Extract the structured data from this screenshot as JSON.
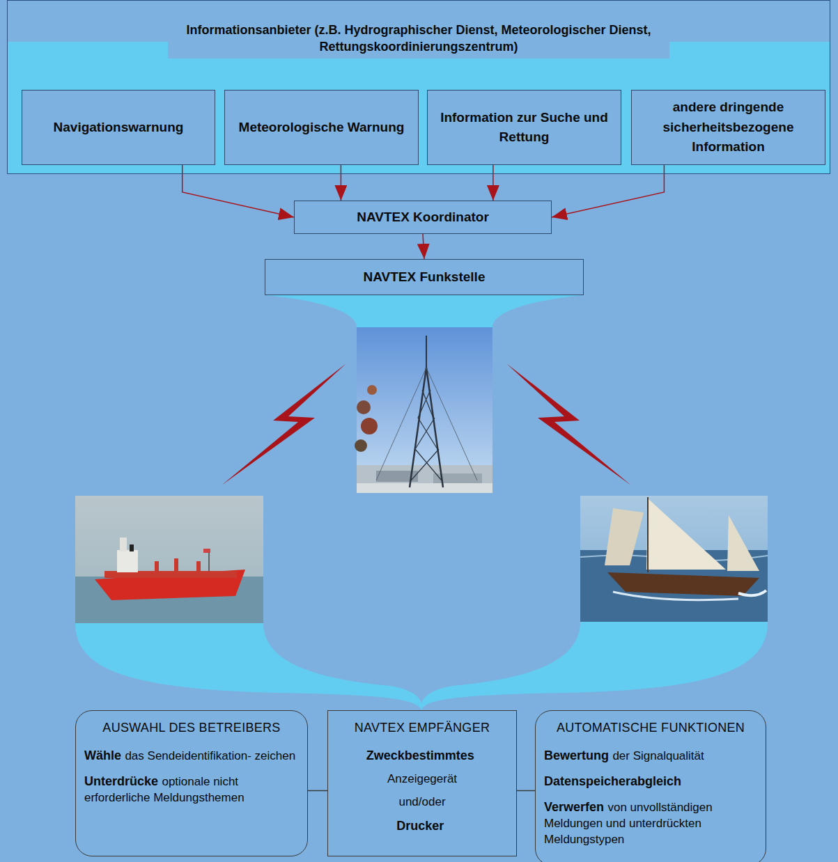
{
  "diagram": {
    "nodes": [
      {
        "text": [
          "Informationsanbieter (z.B. Hydrographischer Dienst, Meteorologischer Dienst, Rettungskoordinierungszentrum)"
        ]
      },
      {
        "text": [
          "Navigationswarnung"
        ],
        "in": 0
      },
      {
        "text": [
          "Meteorologische Warnung"
        ],
        "in": 0
      },
      {
        "text": [
          "Information zur Suche und Rettung"
        ],
        "in": 0
      },
      {
        "text": [
          "andere dringende sicherheitsbezogene Information"
        ],
        "in": 0
      },
      {
        "text": [
          "NAVTEX Koordinator"
        ]
      },
      {
        "text": [
          "NAVTEX Funkstelle"
        ]
      },
      {
        "text": [
          "AUSWAHL DES BETREIBERS",
          "Wähle",
          "das Sendeidentifikation- zeichen",
          "Unterdrücke",
          "optionale nicht erforderliche Meldungsthemen"
        ]
      },
      {
        "text": [
          "NAVTEX EMPFÄNGER",
          "Zweckbestimmtes",
          "Anzeigegerät",
          "und/oder",
          "Drucker"
        ]
      },
      {
        "text": [
          "AUTOMATISCHE FUNKTIONEN",
          "Bewertung",
          "der Signalqualität",
          "Datenspeicherabgleich",
          "Verwerfen",
          "von unvollständigen Meldungen und unterdrückten Meldungstypen"
        ]
      }
    ],
    "edges": [
      {
        "from": 1,
        "to": 5,
        "arrow": "to"
      },
      {
        "from": 2,
        "to": 5,
        "arrow": "to"
      },
      {
        "from": 3,
        "to": 5,
        "arrow": "to"
      },
      {
        "from": 4,
        "to": 5,
        "arrow": "to"
      },
      {
        "from": 5,
        "to": 6,
        "arrow": "to"
      },
      {
        "from": 7,
        "to": 8,
        "arrow": "none"
      },
      {
        "from": 8,
        "to": 9,
        "arrow": "none"
      }
    ]
  }
}
